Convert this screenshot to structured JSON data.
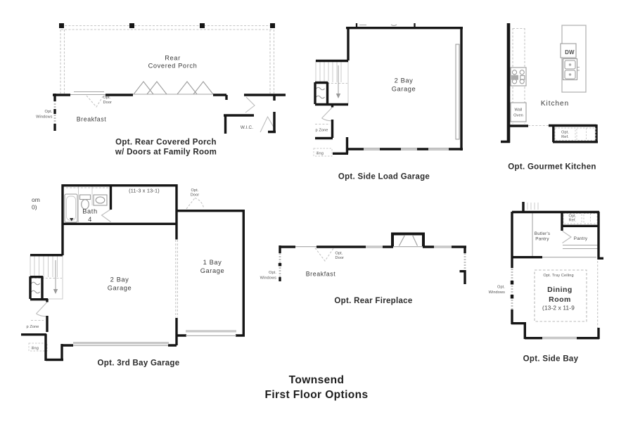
{
  "title": {
    "line1": "Townsend",
    "line2": "First Floor Options"
  },
  "palette": {
    "wall": "#161616",
    "fixture": "#9a9a9a",
    "dashed": "#c4c4c4",
    "window_fill": "#c8c8c8",
    "text": "#2b2b2b"
  },
  "plans": {
    "rear_porch": {
      "caption1": "Opt. Rear Covered Porch",
      "caption2": "w/ Doors at Family Room",
      "room1": "Rear",
      "room2": "Covered Porch",
      "breakfast": "Breakfast",
      "wic": "W.I.C.",
      "opt_windows1": "Opt.",
      "opt_windows2": "Windows",
      "opt_door1": "Opt.",
      "opt_door2": "Door"
    },
    "side_load_garage": {
      "caption": "Opt. Side Load Garage",
      "room1": "2 Bay",
      "room2": "Garage",
      "drop_zone": "p Zone",
      "ceiling": "iling"
    },
    "gourmet_kitchen": {
      "caption": "Opt. Gourmet Kitchen",
      "room": "Kitchen",
      "dw": "DW",
      "wall_oven1": "Wall",
      "wall_oven2": "Oven",
      "opt_ref1": "Opt.",
      "opt_ref2": "Ref."
    },
    "third_bay_garage": {
      "caption": "Opt. 3rd Bay Garage",
      "dim": "(11-3 x 13-1)",
      "bath1": "Bath",
      "bath2": "4",
      "garage2_1": "2 Bay",
      "garage2_2": "Garage",
      "garage1_1": "1 Bay",
      "garage1_2": "Garage",
      "opt_door1": "Opt.",
      "opt_door2": "Door",
      "cut1": "om",
      "cut2": "0)",
      "drop_zone": "p Zone",
      "ceiling": "iling"
    },
    "rear_fireplace": {
      "caption": "Opt. Rear Fireplace",
      "breakfast": "Breakfast",
      "opt_windows1": "Opt.",
      "opt_windows2": "Windows",
      "opt_door1": "Opt.",
      "opt_door2": "Door"
    },
    "side_bay": {
      "caption": "Opt. Side Bay",
      "butlers1": "Butler's",
      "butlers2": "Pantry",
      "pantry": "Pantry",
      "opt_ref1": "Opt.",
      "opt_ref2": "Ref.",
      "tray": "Opt. Tray Ceiling",
      "dining1": "Dining",
      "dining2": "Room",
      "dim": "(13-2 x 11-9",
      "opt_windows1": "Opt.",
      "opt_windows2": "Windows"
    }
  }
}
